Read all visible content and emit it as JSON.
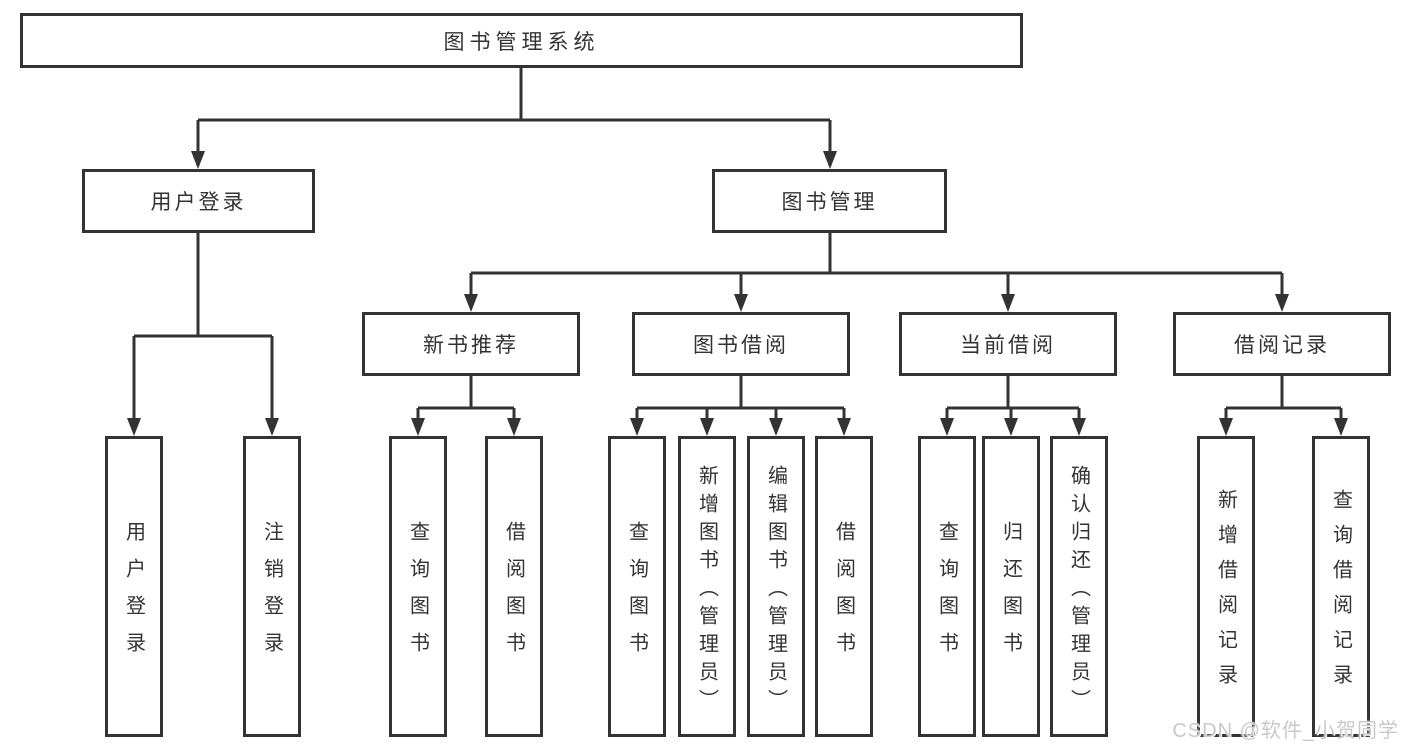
{
  "diagram": {
    "title": "图书管理系统",
    "level2": [
      {
        "id": "user-login",
        "label": "用户登录"
      },
      {
        "id": "book-management",
        "label": "图书管理"
      }
    ],
    "level3": [
      {
        "id": "new-book-recommendation",
        "label": "新书推荐"
      },
      {
        "id": "book-borrowing",
        "label": "图书借阅"
      },
      {
        "id": "current-borrowing",
        "label": "当前借阅"
      },
      {
        "id": "borrowing-records",
        "label": "借阅记录"
      }
    ],
    "leaves": {
      "user_login": [
        "用户登录",
        "注销登录"
      ],
      "new_books": [
        "查询图书",
        "借阅图书"
      ],
      "book_borrow": [
        "查询图书",
        "新增图书（管理员）",
        "编辑图书（管理员）",
        "借阅图书"
      ],
      "current_borrow": [
        "查询图书",
        "归还图书",
        "确认归还（管理员）"
      ],
      "borrow_records": [
        "新增借阅记录",
        "查询借阅记录"
      ]
    }
  },
  "watermark": {
    "text": "CSDN @软件_小贺同学"
  },
  "colors": {
    "line": "#333333",
    "box_border": "#333333",
    "text": "#333333",
    "background": "#ffffff",
    "watermark": "#c9c9c9"
  }
}
